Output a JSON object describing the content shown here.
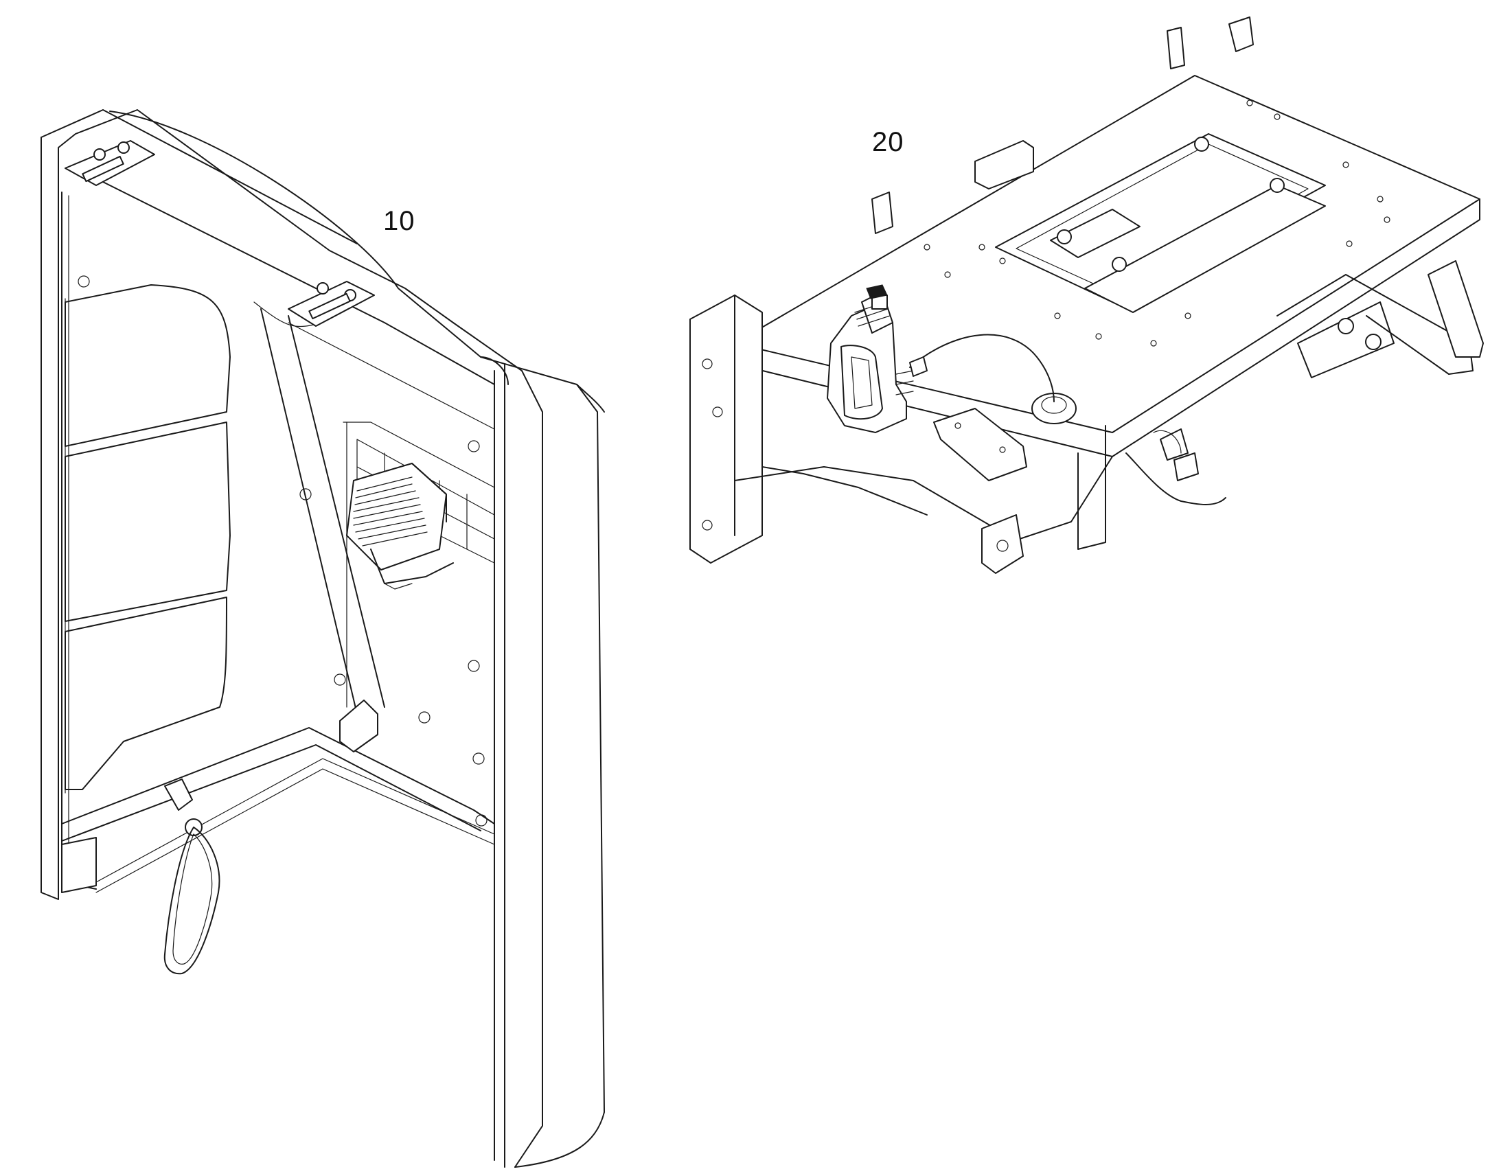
{
  "callouts": {
    "item_10": "10",
    "item_20": "20"
  },
  "parts": [
    {
      "id": "10",
      "icon": "cab-door-panel-with-work-light-icon"
    },
    {
      "id": "20",
      "icon": "frame-mount-with-work-light-icon"
    }
  ]
}
